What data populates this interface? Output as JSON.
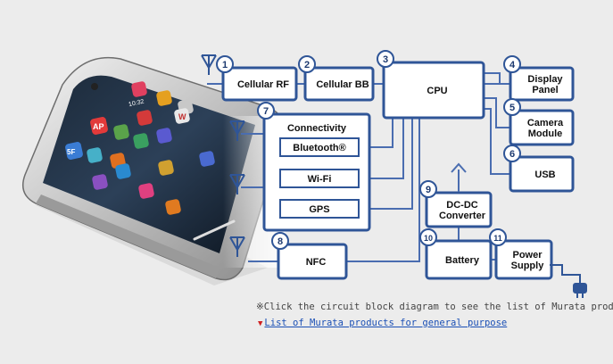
{
  "blocks": [
    {
      "key": "cellular-rf",
      "num": "1",
      "label": "Cellular RF"
    },
    {
      "key": "cellular-bb",
      "num": "2",
      "label": "Cellular BB"
    },
    {
      "key": "cpu",
      "num": "3",
      "label": "CPU"
    },
    {
      "key": "display-panel",
      "num": "4",
      "label": "Display|Panel"
    },
    {
      "key": "camera-module",
      "num": "5",
      "label": "Camera|Module"
    },
    {
      "key": "usb",
      "num": "6",
      "label": "USB"
    },
    {
      "key": "connectivity",
      "num": "7",
      "label": "Connectivity"
    },
    {
      "key": "nfc",
      "num": "8",
      "label": "NFC"
    },
    {
      "key": "dc-dc-converter",
      "num": "9",
      "label": "DC-DC|Converter"
    },
    {
      "key": "battery",
      "num": "10",
      "label": "Battery"
    },
    {
      "key": "power-supply",
      "num": "11",
      "label": "Power|Supply"
    }
  ],
  "connectivity_items": [
    {
      "key": "bluetooth",
      "label": "Bluetooth®"
    },
    {
      "key": "wifi",
      "label": "Wi-Fi"
    },
    {
      "key": "gps",
      "label": "GPS"
    }
  ],
  "phone": {
    "time_widget": "10:32",
    "app_labels": [
      "AP",
      "W",
      "5F"
    ]
  },
  "footer": {
    "note": "※Click the circuit block diagram to see the list of Murata products.",
    "link": "List of Murata products for general purpose"
  },
  "colors": {
    "block_border": "#2f5597",
    "line": "#4a6db0",
    "block_fill": "#ffffff",
    "badge_fill": "#2f5597",
    "link": "#1a4fb5",
    "link_arrow": "#d02020"
  }
}
